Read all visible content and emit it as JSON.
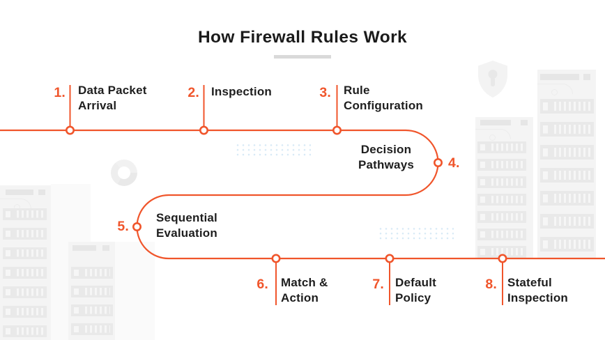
{
  "title": "How Firewall Rules Work",
  "colors": {
    "accent": "#F0552B",
    "text": "#1E1E1E",
    "title_underline": "#D9D9D9",
    "dot_pattern_blue": "#D8EAF6",
    "decor_gray": "#F2F2F2"
  },
  "steps": [
    {
      "number": "1.",
      "label": "Data Packet\nArrival"
    },
    {
      "number": "2.",
      "label": "Inspection"
    },
    {
      "number": "3.",
      "label": "Rule\nConfiguration"
    },
    {
      "number": "4.",
      "label": "Decision\nPathways"
    },
    {
      "number": "5.",
      "label": "Sequential\nEvaluation"
    },
    {
      "number": "6.",
      "label": "Match &\nAction"
    },
    {
      "number": "7.",
      "label": "Default\nPolicy"
    },
    {
      "number": "8.",
      "label": "Stateful\nInspection"
    }
  ],
  "icons": {
    "shield": "shield-lock-icon",
    "donut": "donut-chart-icon",
    "dot_grid": "dot-grid-pattern",
    "server_rack": "server-rack-illustration"
  }
}
